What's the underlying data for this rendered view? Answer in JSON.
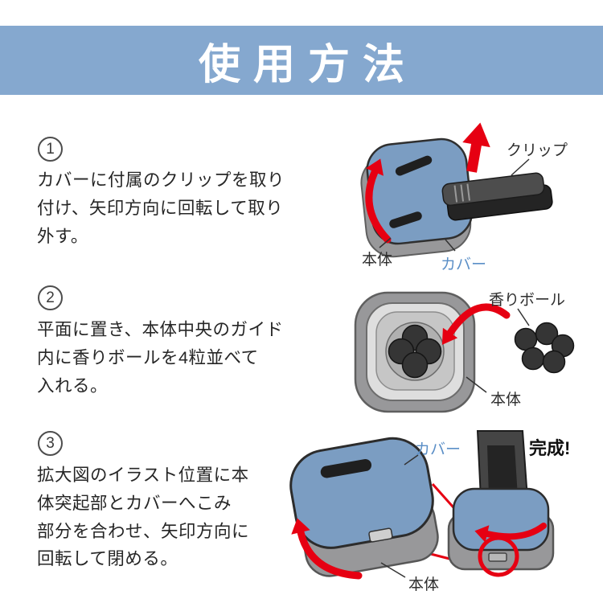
{
  "header": {
    "title": "使用方法"
  },
  "steps": [
    {
      "number": "1",
      "text": "カバーに付属のクリップを取り\n付け、矢印方向に回転して取り\n外す。",
      "labels": {
        "clip": "クリップ",
        "body": "本体",
        "cover": "カバー"
      }
    },
    {
      "number": "2",
      "text": "平面に置き、本体中央のガイド\n内に香りボールを4粒並べて\n入れる。",
      "labels": {
        "balls": "香りボール",
        "body": "本体"
      }
    },
    {
      "number": "3",
      "text": "拡大図のイラスト位置に本\n体突起部とカバーへこみ\n部分を合わせ、矢印方向に\n回転して閉める。",
      "labels": {
        "cover": "カバー",
        "complete": "完成!",
        "body": "本体"
      }
    }
  ],
  "colors": {
    "banner_blue": "#85a8cf",
    "cover_blue": "#7b9dc2",
    "body_gray": "#98989a",
    "arrow_red": "#e60012",
    "clip_dark": "#3a3a3a",
    "label_blue": "#5b8fc7"
  }
}
